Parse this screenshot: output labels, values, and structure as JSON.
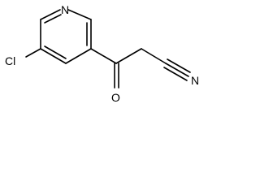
{
  "molecule": {
    "atoms": {
      "pyridine_n": "N",
      "chlorine": "Cl",
      "carbonyl_o": "O",
      "nitrile_n": "N"
    },
    "colors": {
      "ink": "#000000",
      "background": "#ffffff"
    }
  }
}
